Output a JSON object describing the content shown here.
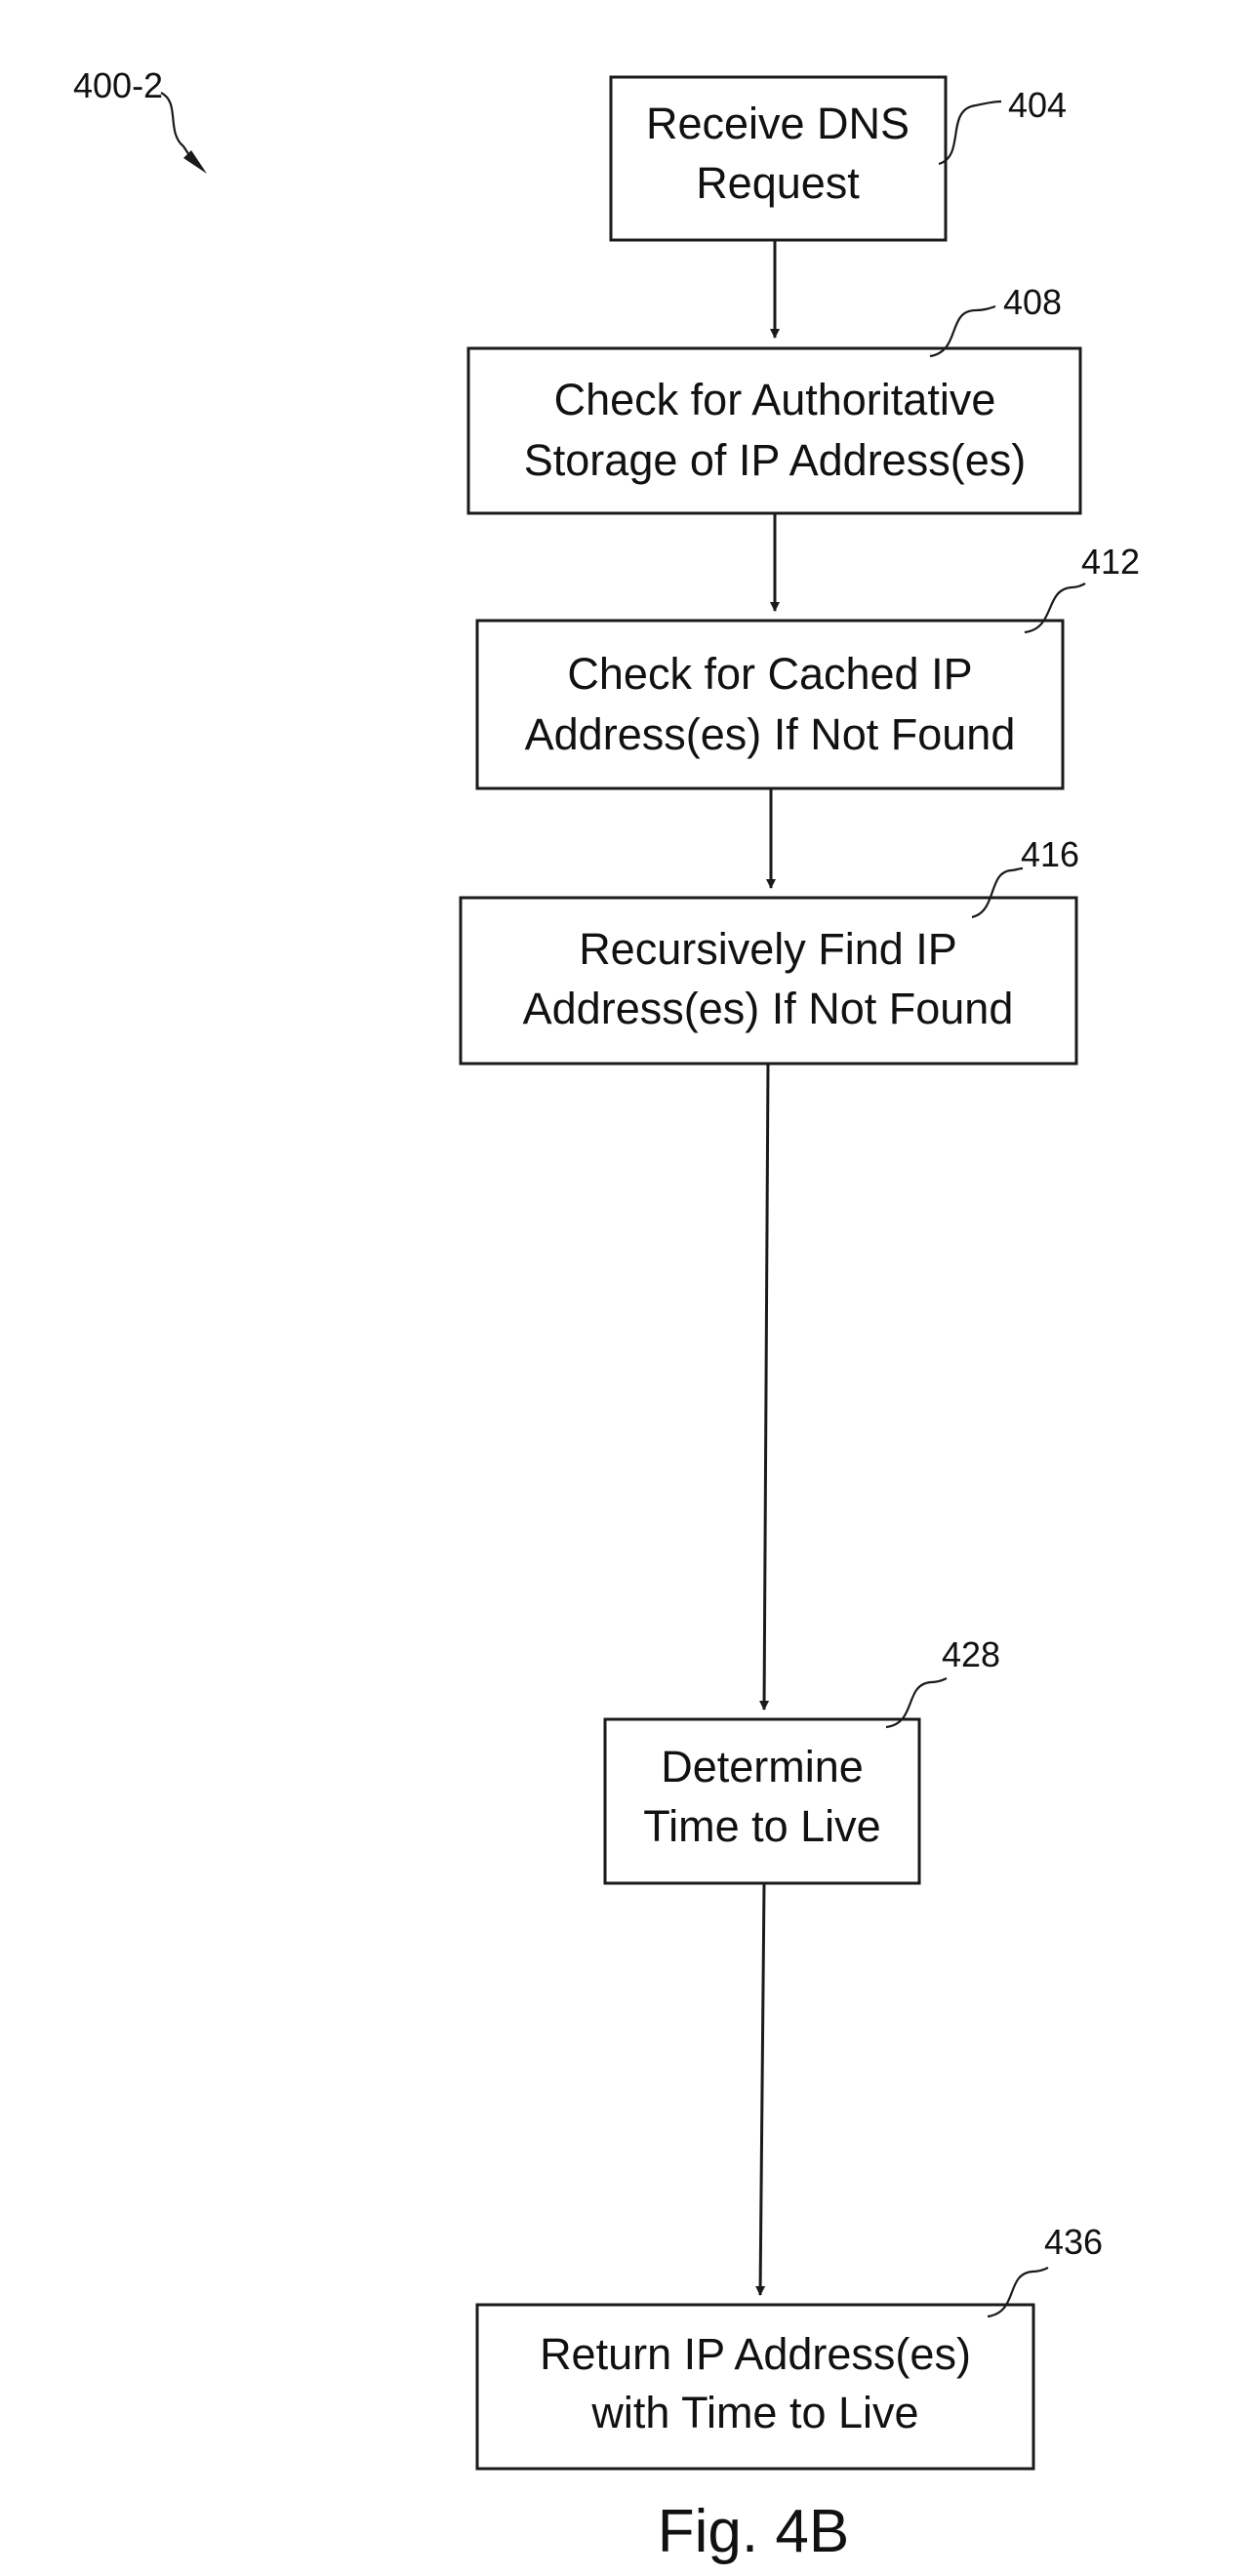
{
  "figure": {
    "id_label": "400-2",
    "caption": "Fig. 4B"
  },
  "steps": [
    {
      "ref": "404",
      "lines": [
        "Receive DNS",
        "Request"
      ]
    },
    {
      "ref": "408",
      "lines": [
        "Check for Authoritative",
        "Storage of IP Address(es)"
      ]
    },
    {
      "ref": "412",
      "lines": [
        "Check for Cached IP",
        "Address(es) If Not Found"
      ]
    },
    {
      "ref": "416",
      "lines": [
        "Recursively Find IP",
        "Address(es) If Not Found"
      ]
    },
    {
      "ref": "428",
      "lines": [
        "Determine",
        "Time to Live"
      ]
    },
    {
      "ref": "436",
      "lines": [
        "Return IP Address(es)",
        "with Time to Live"
      ]
    }
  ],
  "colors": {
    "line": "#1a1a1a",
    "text": "#111111",
    "background": "#ffffff"
  }
}
